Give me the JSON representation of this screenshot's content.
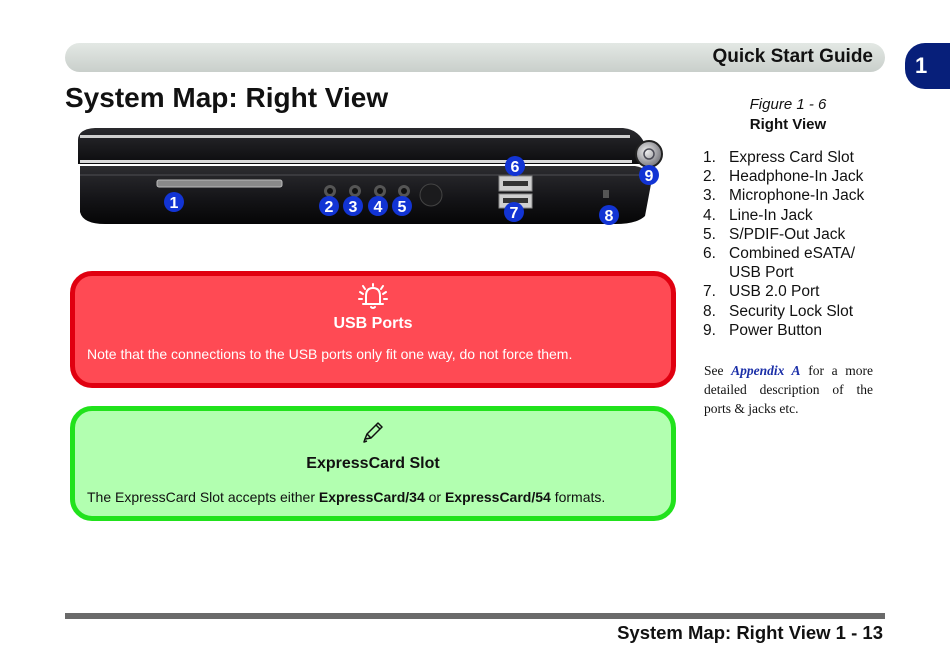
{
  "header": {
    "title": "Quick Start Guide",
    "chapter": "1"
  },
  "page_title": "System Map: Right View",
  "figure": {
    "number": "Figure 1 - 6",
    "title": "Right View"
  },
  "callouts": [
    "1",
    "2",
    "3",
    "4",
    "5",
    "6",
    "7",
    "8",
    "9"
  ],
  "ports": [
    {
      "num": "1.",
      "label": "Express Card Slot"
    },
    {
      "num": "2.",
      "label": "Headphone-In Jack"
    },
    {
      "num": "3.",
      "label": "Microphone-In Jack"
    },
    {
      "num": "4.",
      "label": "Line-In Jack"
    },
    {
      "num": "5.",
      "label": "S/PDIF-Out Jack"
    },
    {
      "num": "6.",
      "label": "Combined eSATA/"
    },
    {
      "num": "",
      "label": "USB Port"
    },
    {
      "num": "7.",
      "label": "USB 2.0 Port"
    },
    {
      "num": "8.",
      "label": "Security Lock Slot"
    },
    {
      "num": "9.",
      "label": "Power Button"
    }
  ],
  "see_note": {
    "pre": "See",
    "link": "Appendix A",
    "post": "for a more detailed description of the ports & jacks etc."
  },
  "usb_box": {
    "icon": "alarm-bell-icon",
    "title": "USB Ports",
    "text": "Note that the connections to the USB ports only fit one way, do not force them."
  },
  "express_box": {
    "icon": "pencil-icon",
    "title": "ExpressCard Slot",
    "text_pre": "The ExpressCard Slot accepts either",
    "bold1": "ExpressCard/34",
    "text_mid": "or",
    "bold2": "ExpressCard/54",
    "text_post": "formats."
  },
  "footer": "System Map: Right View 1 - 13",
  "colors": {
    "chapter_tab": "#071f7a",
    "callout": "#1234d4",
    "warning_box": "#ff4a54",
    "note_box": "#b2ffb0",
    "link": "#1b2fa8"
  }
}
